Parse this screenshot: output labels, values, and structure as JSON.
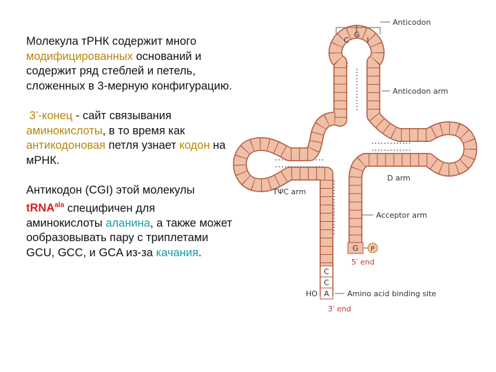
{
  "text": {
    "p1_a": "Молекула тРНК содержит много ",
    "p1_hl": "модифицированных",
    "p1_b": " оснований и содержит ряд стеблей и петель, сложенных в 3-мерную конфигурацию.",
    "p2_hl1": "3’-конец",
    "p2_a": " - сайт связывания ",
    "p2_hl2": "аминокислоты",
    "p2_b": ", в то время как ",
    "p2_hl3": "антикодоновая",
    "p2_c": " петля узнает ",
    "p2_hl4": "кодон",
    "p2_d": " на мРНК.",
    "p3_a": "Антикодон (CGI) этой молекулы ",
    "p3_trna": "tRNA",
    "p3_sup": "ala",
    "p3_b": " специфичен для аминокислоты ",
    "p3_hl1": "аланина",
    "p3_c": ", а также может ообразовывать пару с триплетами GCU, GCC, и GCA из-за ",
    "p3_hl2": "качания",
    "p3_d": "."
  },
  "diagram": {
    "label_anticodon": "Anticodon",
    "label_anticodon_arm": "Anticodon arm",
    "label_d_arm": "D arm",
    "label_tpsic_arm": "TΨC arm",
    "label_acceptor_arm": "Acceptor arm",
    "label_5end": "5′ end",
    "label_3end": "3′ end",
    "label_amino_site": "Amino acid binding site",
    "label_ho": "HO",
    "label_p": "P",
    "anticodon_bases": [
      "C",
      "G",
      "I"
    ],
    "acceptor_bases": [
      "C",
      "C",
      "A"
    ],
    "base_g": "G"
  },
  "colors": {
    "strand_fill": "#f0bfa8",
    "strand_stroke": "#b0583c",
    "highlight_gold": "#b8860b",
    "highlight_teal": "#1a9aa6",
    "highlight_red": "#d42020",
    "end_label": "#c0392b"
  }
}
